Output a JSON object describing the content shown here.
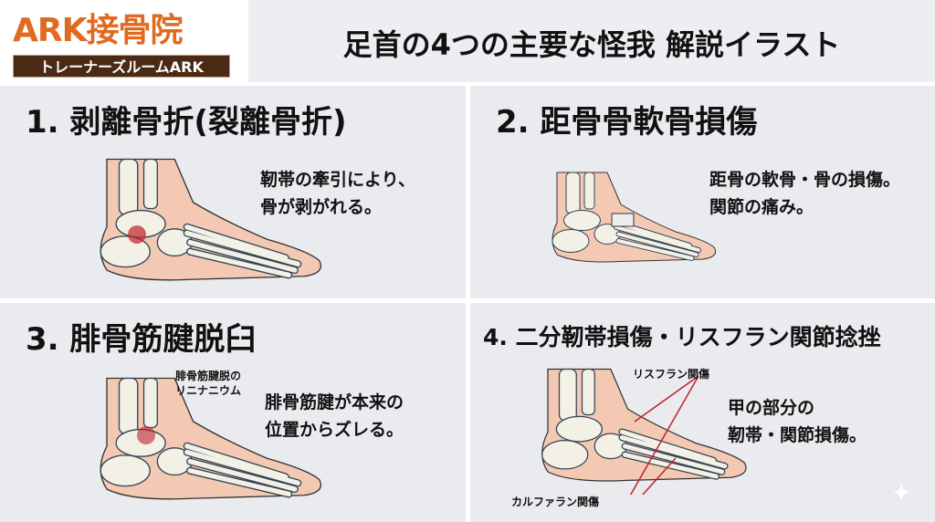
{
  "logo": {
    "main": "ARK接骨院",
    "sub": "トレーナーズルームARK"
  },
  "title": "足首の4つの主要な怪我 解説イラスト",
  "panels": [
    {
      "title": "1. 剥離骨折(裂離骨折)",
      "desc": [
        "靭帯の牽引により、",
        "骨が剥がれる。"
      ]
    },
    {
      "title": "2. 距骨骨軟骨損傷",
      "desc": [
        "距骨の軟骨・骨の損傷。",
        "関節の痛み。"
      ]
    },
    {
      "title": "3. 腓骨筋腱脱臼",
      "desc": [
        "腓骨筋腱が本来の",
        "位置からズレる。"
      ],
      "label": [
        "腓骨筋腱脱の",
        "リニナニウム"
      ]
    },
    {
      "title": "4. 二分靭帯損傷・リスフラン関節捻挫",
      "desc": [
        "甲の部分の",
        "靭帯・関節損傷。"
      ],
      "labels": [
        "リスフラン関傷",
        "カルファラン関傷"
      ]
    }
  ],
  "colors": {
    "brand": "#e06a20",
    "logo_bar": "#4a2a14",
    "injury": "#c0202a",
    "skin": "#f4c9b4",
    "bone": "#f3f1e6"
  },
  "icons": {
    "watermark": "sparkle-icon"
  }
}
